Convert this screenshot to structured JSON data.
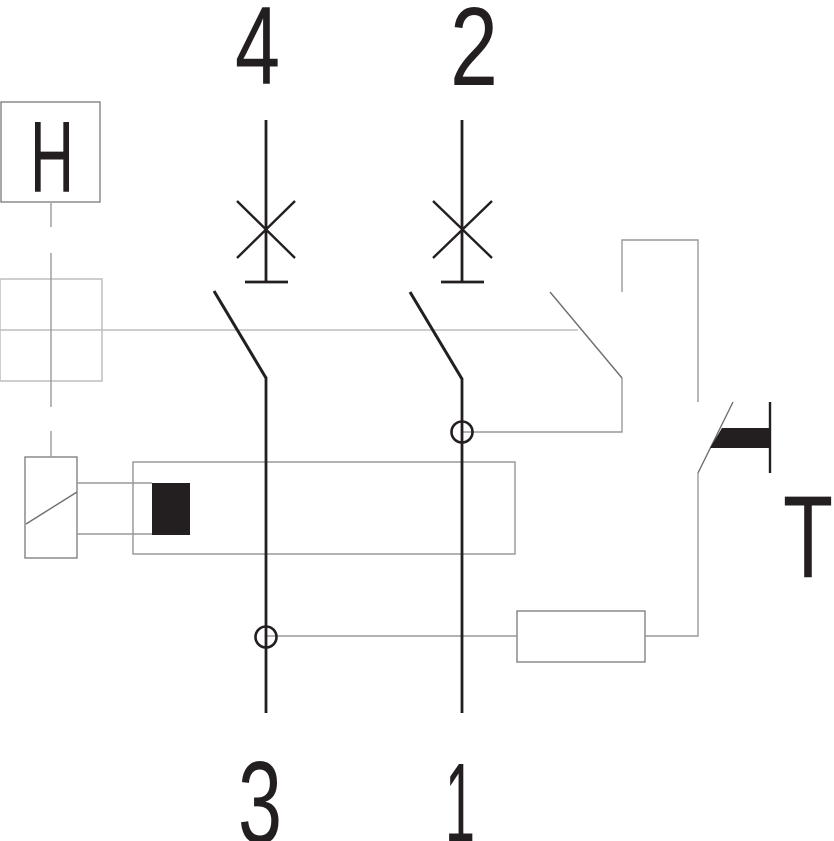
{
  "diagram": {
    "terminals": {
      "top_left": "4",
      "top_right": "2",
      "bottom_left": "3",
      "bottom_right": "1"
    },
    "labels": {
      "handle": "H",
      "test_button": "T"
    },
    "colors": {
      "ink": "#231f20",
      "box_gray": "#808285",
      "ct_gray": "#919396",
      "mid_gray": "#98999b",
      "light_gray": "#bcbdbf",
      "arm_gray": "#6d6e71",
      "background": "#ffffff"
    }
  }
}
